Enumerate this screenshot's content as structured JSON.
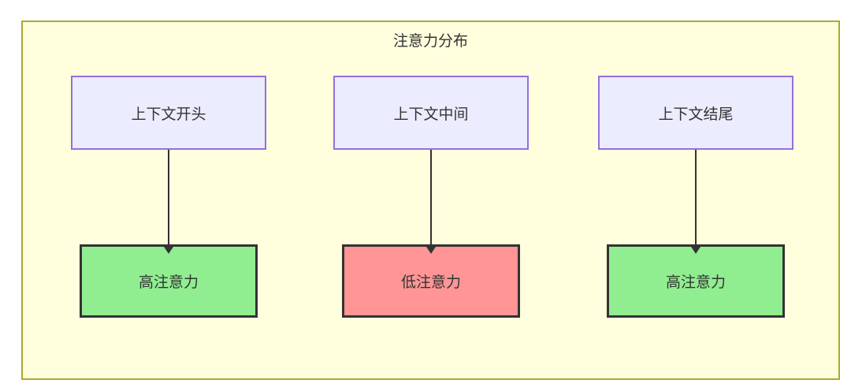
{
  "diagram": {
    "title": "注意力分布",
    "columns": [
      {
        "source": "上下文开头",
        "target": "高注意力",
        "target_level": "high"
      },
      {
        "source": "上下文中间",
        "target": "低注意力",
        "target_level": "low"
      },
      {
        "source": "上下文结尾",
        "target": "高注意力",
        "target_level": "high"
      }
    ],
    "colors": {
      "container_bg": "#ffffde",
      "container_border": "#aaaa33",
      "source_node_bg": "#ECECFF",
      "source_node_border": "#9370DB",
      "high_attention_bg": "#90ee90",
      "low_attention_bg": "#ff9595",
      "target_node_border": "#333333",
      "edge_color": "#333333",
      "text_color": "#333333"
    }
  }
}
